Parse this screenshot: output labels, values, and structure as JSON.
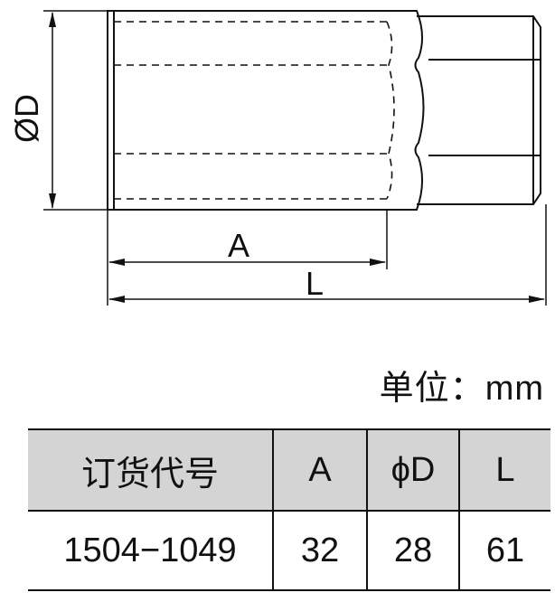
{
  "diagram": {
    "labels": {
      "diameter": "ØD",
      "length_a": "A",
      "length_l": "L"
    }
  },
  "unit": {
    "label": "单位",
    "separator": "：",
    "value": "mm"
  },
  "table": {
    "headers": [
      "订货代号",
      "A",
      "ϕD",
      "L"
    ],
    "rows": [
      [
        "1504−1049",
        "32",
        "28",
        "61"
      ]
    ]
  }
}
